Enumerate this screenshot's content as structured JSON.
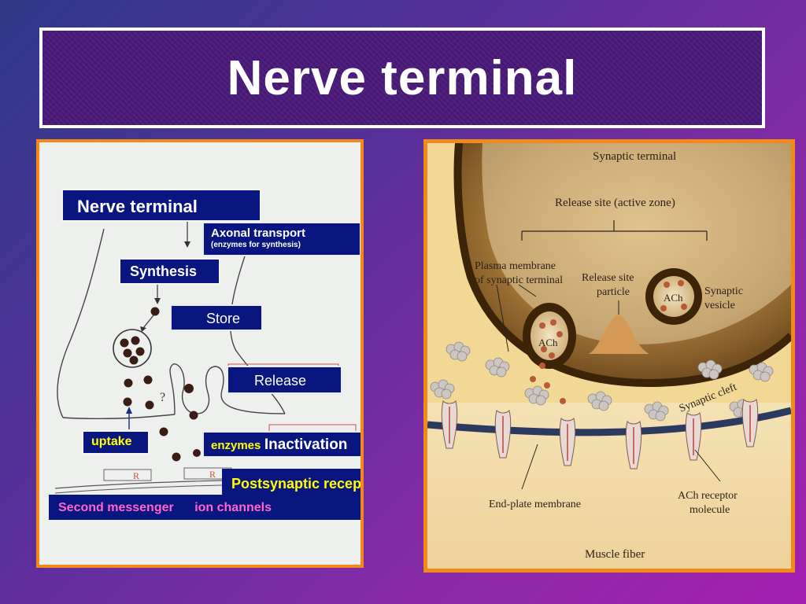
{
  "title": "Nerve terminal",
  "left": {
    "labels": {
      "nerve_terminal": "Nerve terminal",
      "axonal_transport": "Axonal transport",
      "axonal_transport_sub": "(enzymes for synthesis)",
      "synthesis": "Synthesis",
      "store": "Store",
      "release": "Release",
      "uptake": "uptake",
      "enzymes": "enzymes",
      "inactivation": "Inactivation",
      "postsynaptic_receptors": "Postsynaptic receptors",
      "second_messenger": "Second  messenger",
      "ion_channels": "ion channels"
    },
    "sketch_marks": {
      "question": "?",
      "receptor_r1": "R",
      "receptor_r2": "R"
    }
  },
  "right": {
    "labels": {
      "synaptic_terminal": "Synaptic terminal",
      "release_site": "Release site (active zone)",
      "plasma_membrane_1": "Plasma membrane",
      "plasma_membrane_2": "of synaptic terminal",
      "release_particle_1": "Release site",
      "release_particle_2": "particle",
      "ach_left": "ACh",
      "ach_right": "ACh",
      "synaptic_vesicle_1": "Synaptic",
      "synaptic_vesicle_2": "vesicle",
      "synaptic_cleft": "Synaptic cleft",
      "end_plate": "End-plate membrane",
      "ach_receptor_1": "ACh receptor",
      "ach_receptor_2": "molecule",
      "muscle_fiber": "Muscle fiber"
    }
  },
  "colors": {
    "label_bg": "#0a1680",
    "label_text_white": "#ffffff",
    "label_text_yellow": "#ffff00",
    "label_text_pink": "#ff66cc",
    "panel_border": "#f28a1a",
    "title_bg": "#4a1a7a"
  }
}
